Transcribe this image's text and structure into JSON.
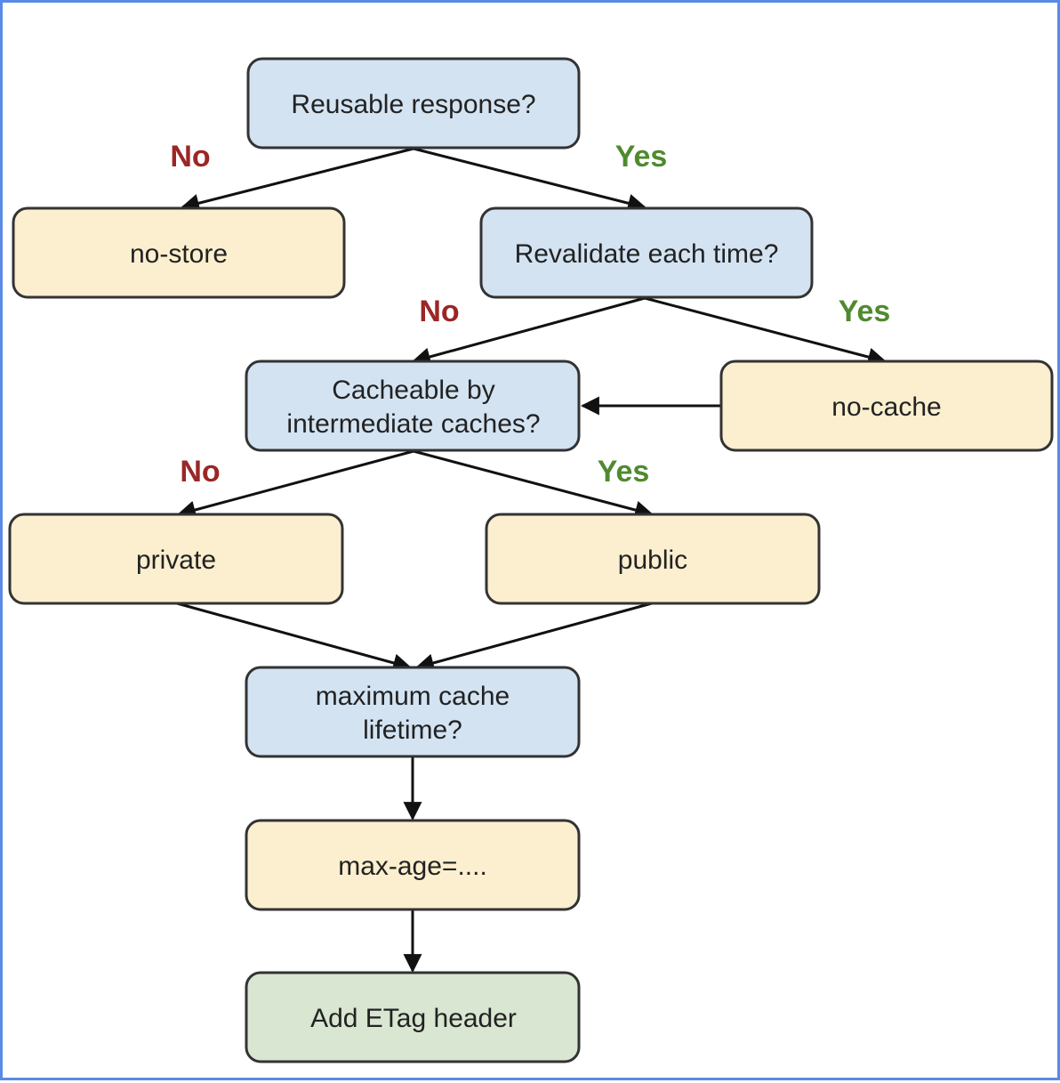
{
  "colors": {
    "frame": "#5b8ae6",
    "question_fill": "#d3e3f2",
    "directive_fill": "#fcefcf",
    "final_fill": "#d9e6d2",
    "no_label": "#9b2626",
    "yes_label": "#4f8a2f"
  },
  "nodes": {
    "reusable": "Reusable response?",
    "no_store": "no-store",
    "revalidate": "Revalidate each time?",
    "cacheable_line1": "Cacheable by",
    "cacheable_line2": "intermediate caches?",
    "no_cache": "no-cache",
    "private": "private",
    "public": "public",
    "maxlife_line1": "maximum cache",
    "maxlife_line2": "lifetime?",
    "max_age": "max-age=....",
    "etag": "Add ETag header"
  },
  "labels": {
    "no1": "No",
    "yes1": "Yes",
    "no2": "No",
    "yes2": "Yes",
    "no3": "No",
    "yes3": "Yes"
  }
}
